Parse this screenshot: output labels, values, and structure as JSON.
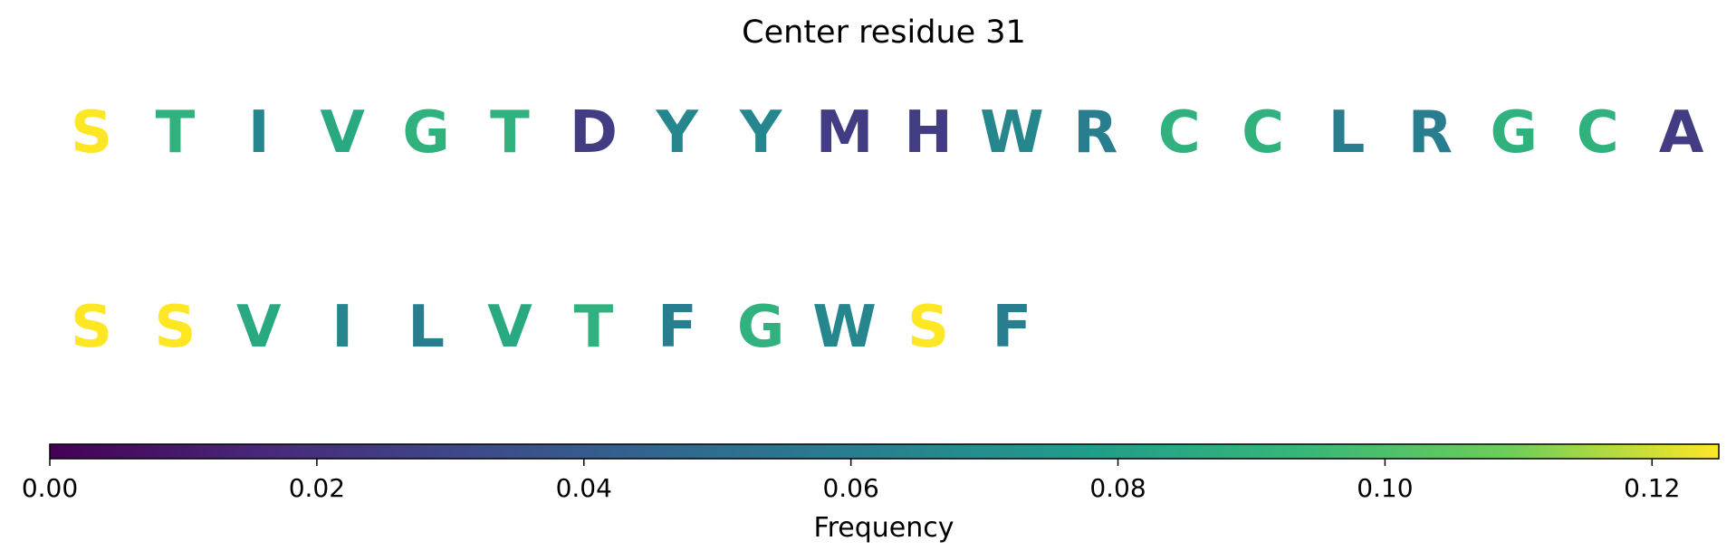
{
  "chart_data": {
    "type": "sequence-logo",
    "title": "Center residue 31",
    "rows": [
      {
        "letters": [
          "S",
          "T",
          "I",
          "V",
          "G",
          "T",
          "D",
          "Y",
          "Y",
          "M",
          "H",
          "W",
          "R",
          "C",
          "C",
          "L",
          "R",
          "G",
          "C",
          "A"
        ],
        "values": [
          0.125,
          0.09,
          0.065,
          0.085,
          0.09,
          0.09,
          0.025,
          0.065,
          0.065,
          0.025,
          0.025,
          0.065,
          0.06,
          0.09,
          0.09,
          0.06,
          0.06,
          0.09,
          0.09,
          0.025
        ]
      },
      {
        "letters": [
          "S",
          "S",
          "V",
          "I",
          "L",
          "V",
          "T",
          "F",
          "G",
          "W",
          "S",
          "F"
        ],
        "values": [
          0.125,
          0.125,
          0.085,
          0.065,
          0.06,
          0.085,
          0.09,
          0.06,
          0.09,
          0.065,
          0.125,
          0.06
        ]
      }
    ],
    "colorbar": {
      "label": "Frequency",
      "colormap": "viridis",
      "range": [
        0,
        0.125
      ],
      "ticks": [
        0.0,
        0.02,
        0.04,
        0.06,
        0.08,
        0.1,
        0.12
      ],
      "tick_labels": [
        "0.00",
        "0.02",
        "0.04",
        "0.06",
        "0.08",
        "0.10",
        "0.12"
      ]
    }
  }
}
